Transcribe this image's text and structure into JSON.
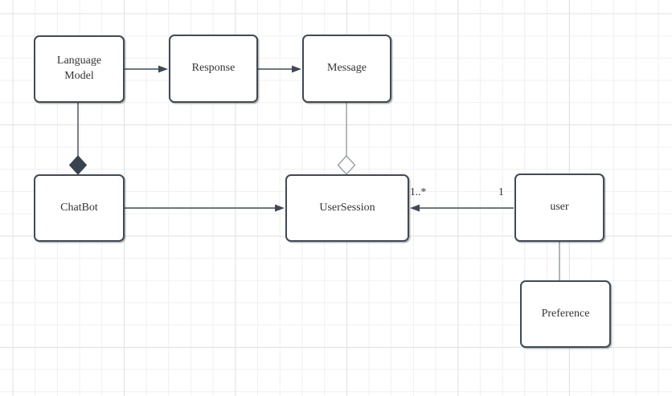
{
  "diagram": {
    "type": "uml-class-diagram",
    "nodes": {
      "language_model": "Language Model",
      "response": "Response",
      "message": "Message",
      "chatbot": "ChatBot",
      "user_session": "UserSession",
      "user": "user",
      "preference": "Preference"
    },
    "edges": [
      {
        "from": "Language Model",
        "to": "Response",
        "type": "directed-arrow"
      },
      {
        "from": "Response",
        "to": "Message",
        "type": "directed-arrow"
      },
      {
        "from": "Language Model",
        "to": "ChatBot",
        "type": "composition",
        "diamond": "filled, at ChatBot top"
      },
      {
        "from": "ChatBot",
        "to": "UserSession",
        "type": "directed-arrow"
      },
      {
        "from": "Message",
        "to": "UserSession",
        "type": "aggregation",
        "diamond": "hollow, at UserSession top"
      },
      {
        "from": "user",
        "to": "UserSession",
        "type": "directed-arrow",
        "source_multiplicity": "1",
        "target_multiplicity": "1..*"
      },
      {
        "from": "user",
        "to": "Preference",
        "type": "plain-line"
      }
    ],
    "edge_labels": {
      "target_multiplicity": "1..*",
      "source_multiplicity": "1"
    },
    "colors": {
      "node_fill": "#ffffff",
      "node_border": "#3f4a56",
      "connector_dark": "#3f4a56",
      "connector_light": "#969ca3",
      "text": "#333333",
      "grid_minor": "#f0f0f0",
      "grid_major": "#e2e2e2",
      "background": "#ffffff"
    }
  }
}
